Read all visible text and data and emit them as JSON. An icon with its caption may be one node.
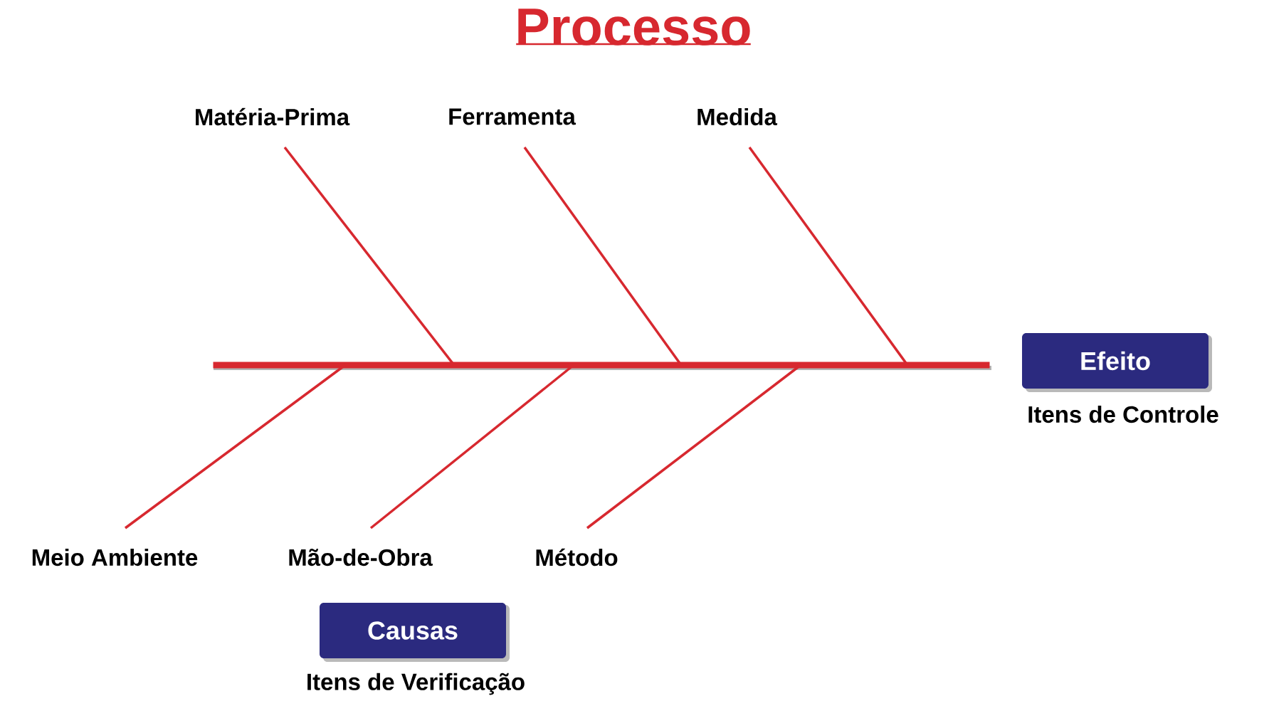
{
  "diagram": {
    "title": "Processo",
    "nodes": [
      {
        "text": [
          "Matéria-Prima"
        ]
      },
      {
        "text": [
          "Ferramenta"
        ]
      },
      {
        "text": [
          "Medida"
        ]
      },
      {
        "text": [],
        "shape": "bar"
      },
      {
        "text": [
          "Efeito"
        ],
        "beside": [
          "Itens de Controle"
        ]
      },
      {
        "text": [
          "Meio Ambiente"
        ]
      },
      {
        "text": [
          "Mão-de-Obra"
        ]
      },
      {
        "text": [
          "Método"
        ]
      },
      {
        "text": [
          "Causas"
        ],
        "beside": [
          "Itens de Verificação"
        ]
      }
    ],
    "edges": [
      {
        "from": 0,
        "to": 3,
        "arrow": "none"
      },
      {
        "from": 1,
        "to": 3,
        "arrow": "none"
      },
      {
        "from": 2,
        "to": 3,
        "arrow": "none"
      },
      {
        "from": 5,
        "to": 3,
        "arrow": "none"
      },
      {
        "from": 6,
        "to": 3,
        "arrow": "none"
      },
      {
        "from": 7,
        "to": 3,
        "arrow": "none"
      }
    ]
  }
}
